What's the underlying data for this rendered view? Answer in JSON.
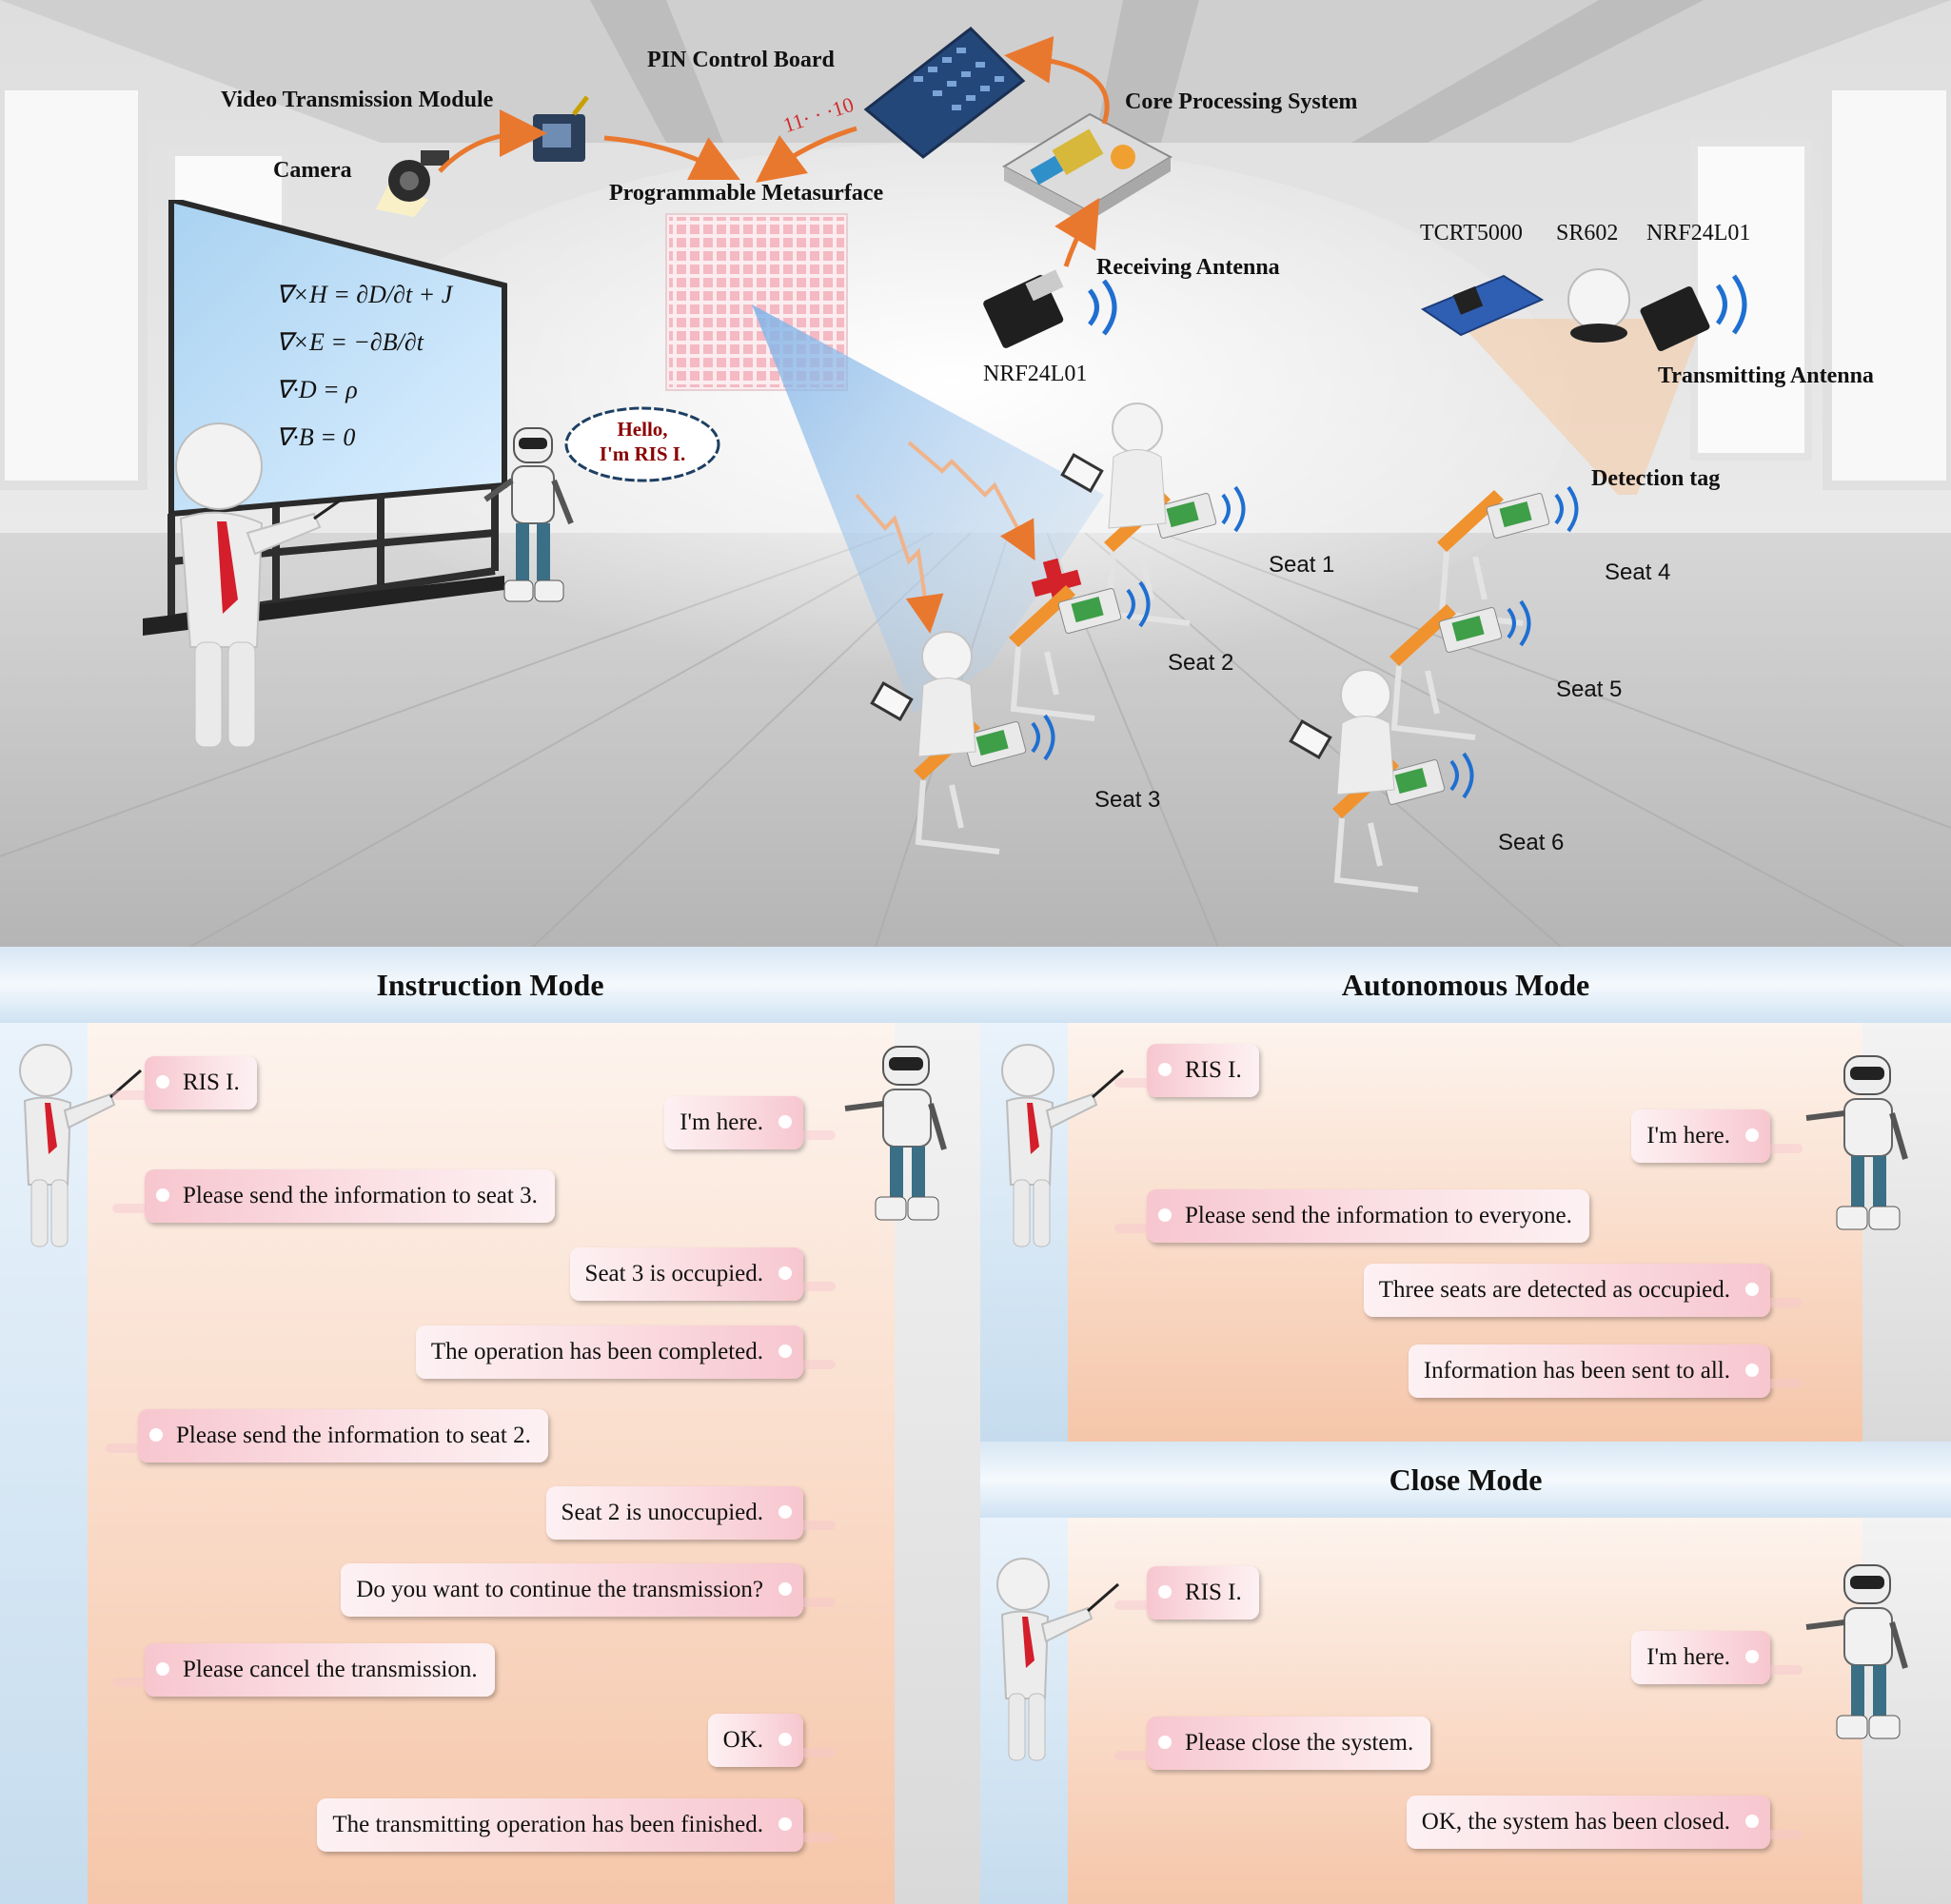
{
  "scene": {
    "equations": [
      "∇×H = ∂D/∂t + J",
      "∇×E = −∂B/∂t",
      "∇·D = ρ",
      "∇·B = 0"
    ],
    "labels": {
      "video_module": "Video Transmission Module",
      "camera": "Camera",
      "pin_board": "PIN Control Board",
      "metasurface": "Programmable Metasurface",
      "core": "Core Processing System",
      "receiving_antenna": "Receiving Antenna",
      "nrf_receiver": "NRF24L01",
      "tcrt": "TCRT5000",
      "sr602": "SR602",
      "nrf_transmitter": "NRF24L01",
      "transmitting_antenna": "Transmitting Antenna",
      "detection_tag": "Detection tag",
      "code": "11· · ·10",
      "speech": [
        "Hello,",
        "I'm RIS I."
      ]
    },
    "seats": [
      "Seat 1",
      "Seat 2",
      "Seat 3",
      "Seat 4",
      "Seat 5",
      "Seat 6"
    ],
    "colors": {
      "accent_arrow": "#e9782f",
      "beam": "#7fb3e8",
      "cross": "#d3222a",
      "chair": "#f0922e"
    }
  },
  "instruction": {
    "title": "Instruction Mode",
    "messages": [
      {
        "side": "left",
        "text": "RIS I."
      },
      {
        "side": "right",
        "text": "I'm here."
      },
      {
        "side": "left",
        "text": "Please send the information to seat 3."
      },
      {
        "side": "right",
        "text": "Seat 3 is occupied."
      },
      {
        "side": "right",
        "text": "The operation has been completed."
      },
      {
        "side": "left",
        "text": "Please send the information to seat 2."
      },
      {
        "side": "right",
        "text": "Seat 2  is unoccupied."
      },
      {
        "side": "right",
        "text": "Do you want to continue the transmission?"
      },
      {
        "side": "left",
        "text": "Please cancel the transmission."
      },
      {
        "side": "right",
        "text": "OK."
      },
      {
        "side": "right",
        "text": "The transmitting operation has been finished."
      }
    ]
  },
  "autonomous": {
    "title": "Autonomous Mode",
    "messages": [
      {
        "side": "left",
        "text": "RIS I."
      },
      {
        "side": "right",
        "text": "I'm here."
      },
      {
        "side": "left",
        "text": "Please send the information to everyone."
      },
      {
        "side": "right",
        "text": "Three seats are detected as occupied."
      },
      {
        "side": "right",
        "text": "Information has been sent to all."
      }
    ]
  },
  "close": {
    "title": "Close Mode",
    "messages": [
      {
        "side": "left",
        "text": "RIS I."
      },
      {
        "side": "right",
        "text": "I'm here."
      },
      {
        "side": "left",
        "text": "Please close the system."
      },
      {
        "side": "right",
        "text": "OK, the system has been closed."
      }
    ]
  }
}
